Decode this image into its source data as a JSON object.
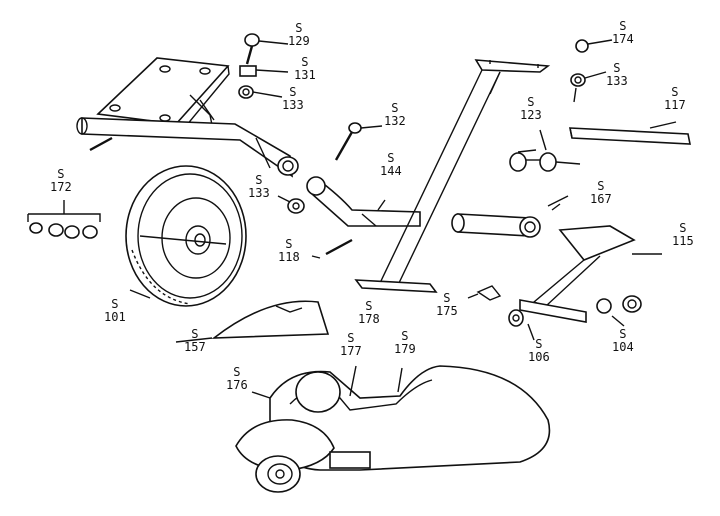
{
  "diagram": {
    "prefix": "S",
    "labels": [
      {
        "id": "l129",
        "num": "129"
      },
      {
        "id": "l131",
        "num": "131"
      },
      {
        "id": "l133a",
        "num": "133"
      },
      {
        "id": "l132",
        "num": "132"
      },
      {
        "id": "l133b",
        "num": "133"
      },
      {
        "id": "l144",
        "num": "144"
      },
      {
        "id": "l172",
        "num": "172"
      },
      {
        "id": "l118",
        "num": "118"
      },
      {
        "id": "l101",
        "num": "101"
      },
      {
        "id": "l157",
        "num": "157"
      },
      {
        "id": "l178",
        "num": "178"
      },
      {
        "id": "l177",
        "num": "177"
      },
      {
        "id": "l179",
        "num": "179"
      },
      {
        "id": "l176",
        "num": "176"
      },
      {
        "id": "l174",
        "num": "174"
      },
      {
        "id": "l133c",
        "num": "133"
      },
      {
        "id": "l117",
        "num": "117"
      },
      {
        "id": "l123",
        "num": "123"
      },
      {
        "id": "l167",
        "num": "167"
      },
      {
        "id": "l115",
        "num": "115"
      },
      {
        "id": "l175",
        "num": "175"
      },
      {
        "id": "l106",
        "num": "106"
      },
      {
        "id": "l104",
        "num": "104"
      }
    ]
  }
}
